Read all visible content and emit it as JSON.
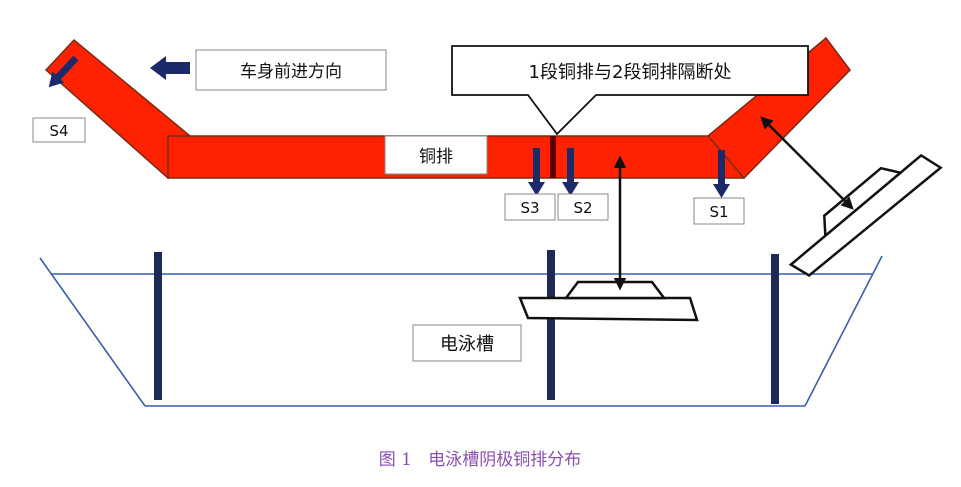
{
  "labels": {
    "direction": "车身前进方向",
    "break_point": "1段铜排与2段铜排隔断处",
    "busbar": "铜排",
    "tank": "电泳槽",
    "s1": "S1",
    "s2": "S2",
    "s3": "S3",
    "s4": "S4"
  },
  "caption": "图 1   电泳槽阴极铜排分布",
  "colors": {
    "busbar_fill": "#ff2200",
    "busbar_stroke": "#7a2a10",
    "arrow_fill": "#1c2a6a",
    "tank_line": "#3a5fa8",
    "caption": "#8a4fb0",
    "break_mark": "#6a0000"
  }
}
